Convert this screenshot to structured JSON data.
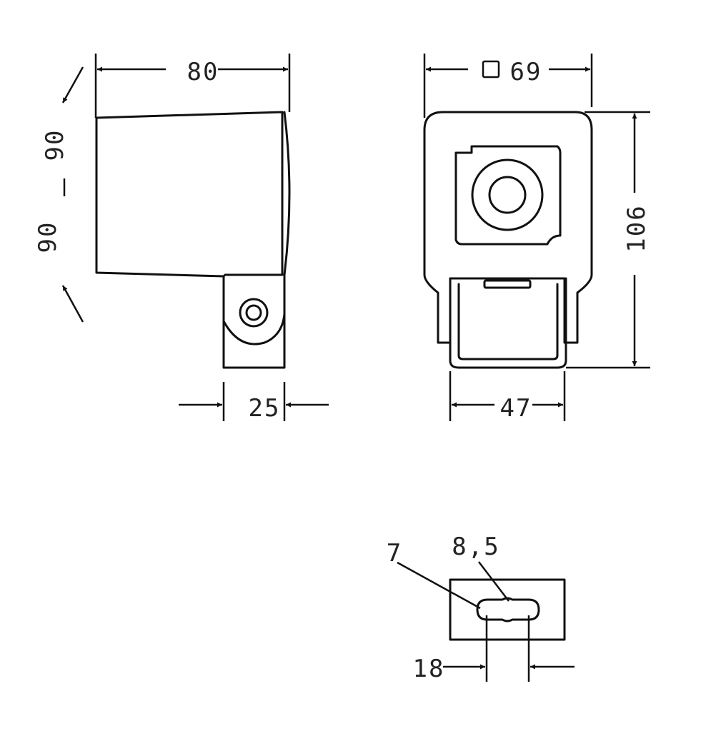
{
  "side_view": {
    "width_label": "80",
    "depth_label": "25",
    "tilt_upper_label": "90",
    "tilt_lower_label": "90"
  },
  "front_view": {
    "width_label": "69",
    "width_symbol": "square",
    "height_label": "106",
    "bracket_label": "47"
  },
  "slot_view": {
    "slot_width_label": "7",
    "slot_height_label": "8,5",
    "slot_length_label": "18"
  }
}
